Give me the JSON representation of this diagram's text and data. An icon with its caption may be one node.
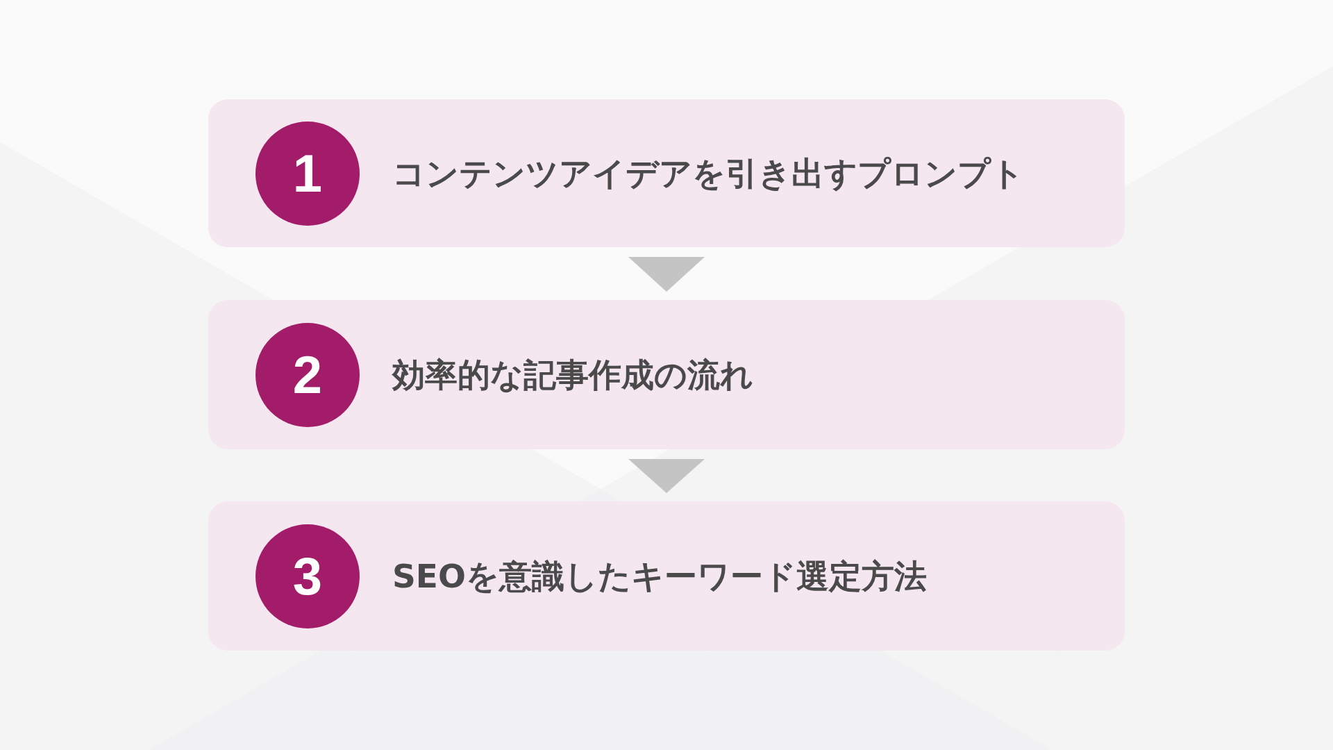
{
  "diagram": {
    "nodes": [
      {
        "text": [
          "コンテンツアイデアを引き出すプロンプト"
        ]
      },
      {
        "text": [
          "1"
        ],
        "in": 0
      },
      {
        "text": [
          "効率的な記事作成の流れ"
        ]
      },
      {
        "text": [
          "2"
        ],
        "in": 2
      },
      {
        "text": [
          "SEOを意識したキーワード選定方法"
        ]
      },
      {
        "text": [
          "3"
        ],
        "in": 4
      }
    ],
    "edges": [
      {
        "from": 0,
        "to": 2,
        "arrow": "to"
      },
      {
        "from": 2,
        "to": 4,
        "arrow": "to"
      }
    ]
  }
}
